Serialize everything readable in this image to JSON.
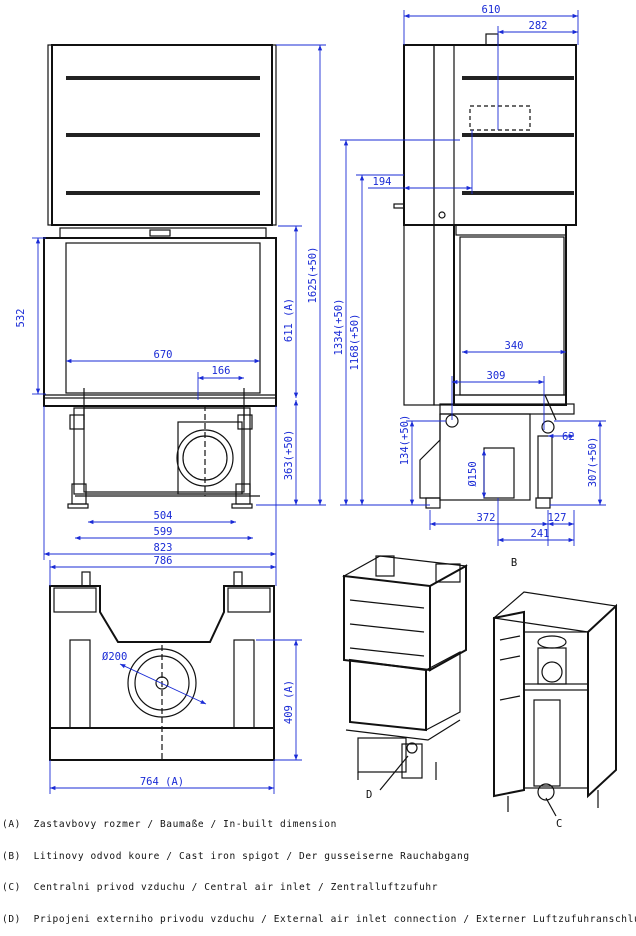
{
  "dimensions": {
    "front_height_532": "532",
    "front_glass_width": "670",
    "front_spigot_offset": "166",
    "front_611_A": "611 (A)",
    "front_1625": "1625(+50)",
    "front_363": "363(+50)",
    "front_504": "504",
    "front_599": "599",
    "front_823": "823",
    "side_610": "610",
    "side_282": "282",
    "side_194": "194",
    "side_1334": "1334(+50)",
    "side_1168": "1168(+50)",
    "side_340": "340",
    "side_309": "309",
    "side_134": "134(+50)",
    "side_150": "Ø150",
    "side_62": "62",
    "side_307": "307(+50)",
    "side_372": "372",
    "side_127": "127",
    "side_241": "241",
    "top_786": "786",
    "top_200": "Ø200",
    "top_409_A": "409 (A)",
    "top_764_A": "764 (A)"
  },
  "callouts": {
    "b": "B",
    "d": "D",
    "c": "C"
  },
  "legend": [
    "(A)  Zastavbovy rozmer / Baumaße / In-built dimension",
    "(B)  Litinovy odvod koure / Cast iron spigot / Der gusseiserne Rauchabgang",
    "(C)  Centralni privod vzduchu / Central air inlet / Zentralluftzufuhr",
    "(D)  Pripojeni externiho privodu vzduchu / External air inlet connection / Externer Luftzufuhranschluss"
  ],
  "colors": {
    "dimension": "#1a2bd6",
    "outline": "#111111"
  }
}
